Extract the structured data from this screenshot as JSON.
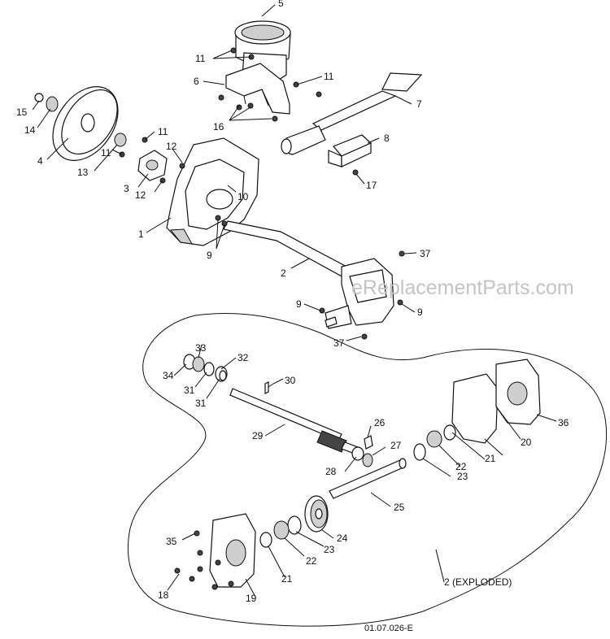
{
  "diagram": {
    "watermark": "eReplacementParts.com",
    "drawing_code": "01.07.026-E",
    "exploded_label": "2 (EXPLODED)",
    "callouts": {
      "c1": "1",
      "c2": "2",
      "c3": "3",
      "c4": "4",
      "c5": "5",
      "c6": "6",
      "c7": "7",
      "c8": "8",
      "c9a": "9",
      "c9b": "9",
      "c9c": "9",
      "c10": "10",
      "c11a": "11",
      "c11b": "11",
      "c11c": "11",
      "c11d": "11",
      "c12a": "12",
      "c12b": "12",
      "c13": "13",
      "c14": "14",
      "c15": "15",
      "c16": "16",
      "c17": "17",
      "c18": "18",
      "c19": "19",
      "c20": "20",
      "c21a": "21",
      "c21b": "21",
      "c22a": "22",
      "c22b": "22",
      "c23a": "23",
      "c23b": "23",
      "c24": "24",
      "c25": "25",
      "c26": "26",
      "c27": "27",
      "c28": "28",
      "c29": "29",
      "c30": "30",
      "c31a": "31",
      "c31b": "31",
      "c32": "32",
      "c33": "33",
      "c34": "34",
      "c35": "35",
      "c36": "36",
      "c37a": "37",
      "c37b": "37"
    }
  }
}
